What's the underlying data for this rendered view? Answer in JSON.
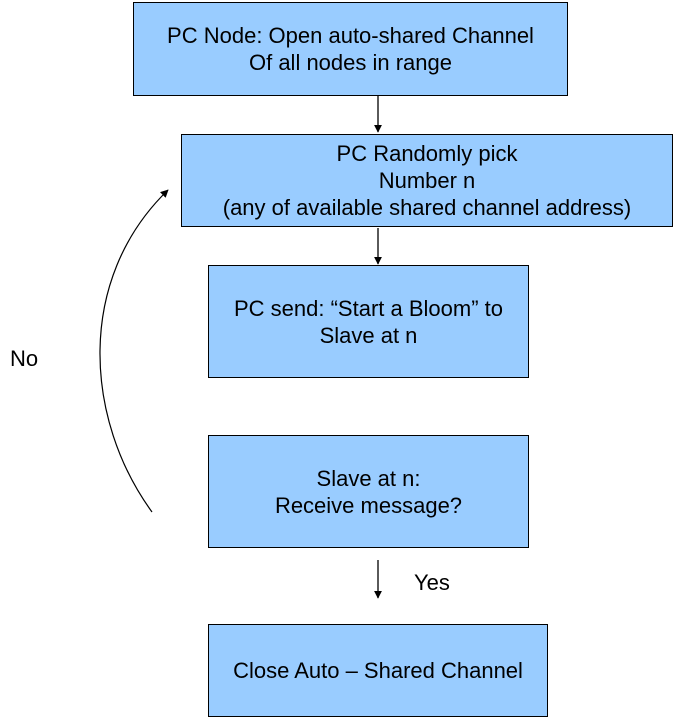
{
  "steps": [
    {
      "lines": [
        "PC Node: Open auto-shared Channel",
        "Of all nodes in range"
      ]
    },
    {
      "lines": [
        "PC Randomly pick",
        "Number n",
        "(any of available shared channel address)"
      ]
    },
    {
      "lines": [
        "PC send: “Start a Bloom” to",
        "Slave at n"
      ]
    },
    {
      "lines": [
        "Slave at n:",
        "Receive message?"
      ]
    },
    {
      "lines": [
        "Close Auto – Shared Channel"
      ]
    }
  ],
  "labels": {
    "yes": "Yes",
    "no": "No"
  },
  "colors": {
    "box_fill": "#99ccff",
    "box_border": "#000000",
    "arrow": "#000000"
  }
}
